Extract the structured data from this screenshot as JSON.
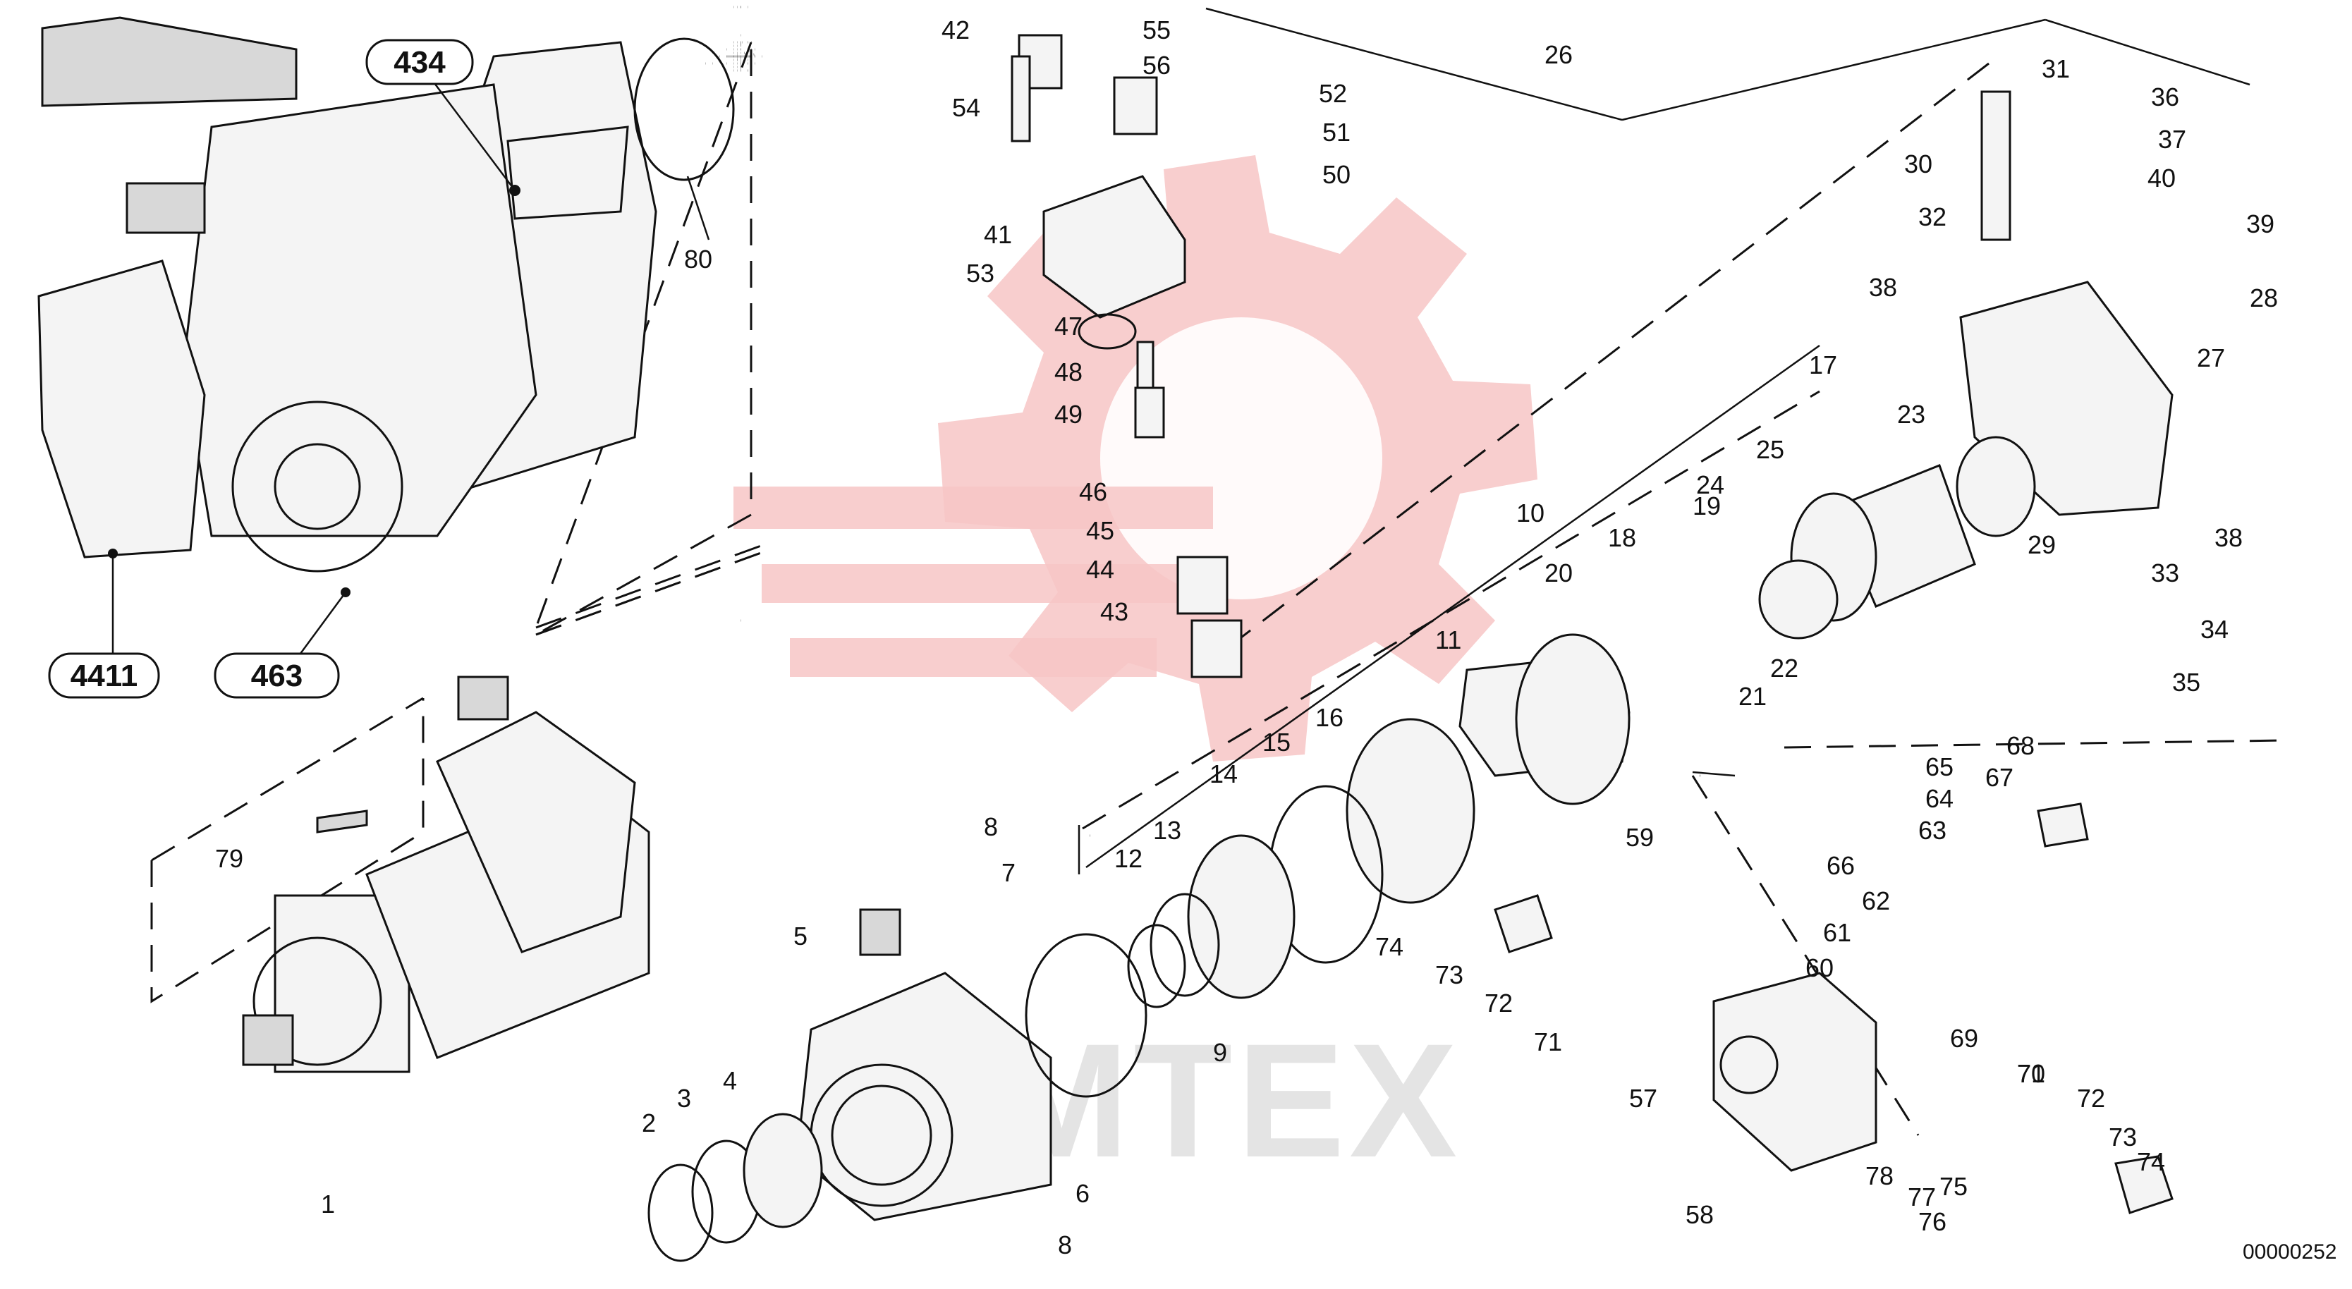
{
  "diagram": {
    "document_id": "00000252",
    "watermark": "VMTEX",
    "reference_labels": [
      "434",
      "4411",
      "463"
    ],
    "part_numbers": [
      "1",
      "2",
      "3",
      "4",
      "5",
      "6",
      "7",
      "8",
      "8",
      "9",
      "10",
      "11",
      "12",
      "13",
      "14",
      "15",
      "16",
      "17",
      "18",
      "19",
      "20",
      "21",
      "22",
      "23",
      "24",
      "25",
      "26",
      "27",
      "28",
      "29",
      "30",
      "31",
      "32",
      "33",
      "34",
      "35",
      "36",
      "37",
      "38",
      "38",
      "39",
      "40",
      "41",
      "42",
      "43",
      "44",
      "45",
      "46",
      "47",
      "48",
      "49",
      "50",
      "51",
      "52",
      "53",
      "54",
      "55",
      "56",
      "57",
      "58",
      "59",
      "60",
      "61",
      "62",
      "63",
      "64",
      "65",
      "66",
      "67",
      "68",
      "69",
      "70",
      "71",
      "71",
      "72",
      "72",
      "73",
      "73",
      "74",
      "74",
      "75",
      "76",
      "77",
      "78",
      "79",
      "80"
    ]
  }
}
